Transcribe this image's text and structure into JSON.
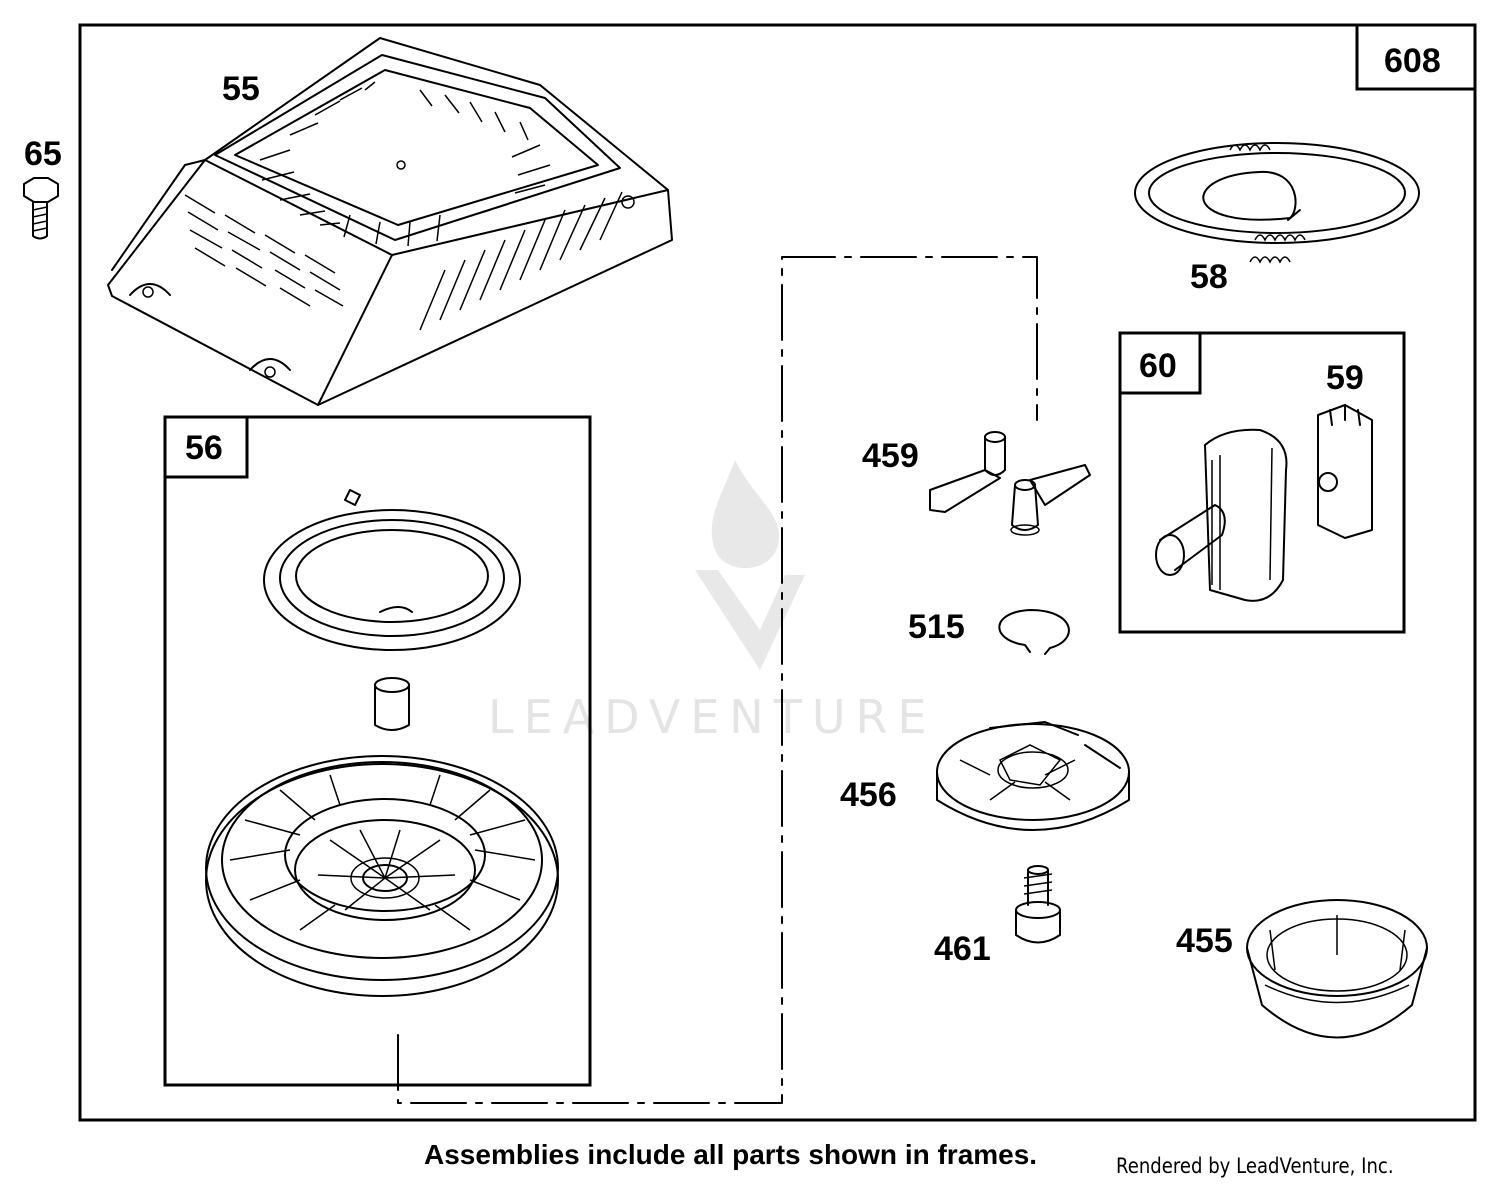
{
  "diagram": {
    "assembly_number": "608",
    "watermark_text": "LEADVENTURE",
    "parts": {
      "p55": "55",
      "p65": "65",
      "p56": "56",
      "p58": "58",
      "p60": "60",
      "p59": "59",
      "p459": "459",
      "p515": "515",
      "p456": "456",
      "p461": "461",
      "p455": "455"
    }
  },
  "footer": {
    "note": "Assemblies include all parts shown in frames.",
    "credit": "Rendered by LeadVenture, Inc."
  }
}
